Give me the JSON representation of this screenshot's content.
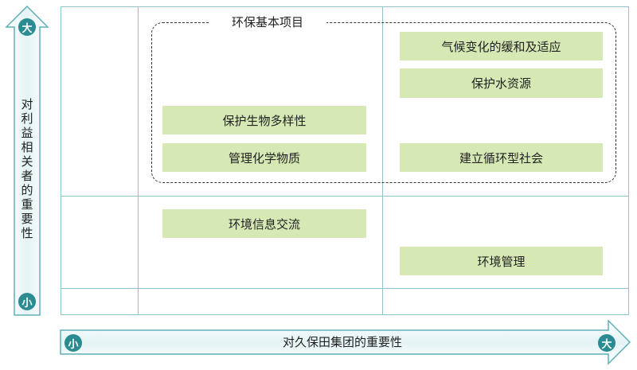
{
  "group_label": "环保基本项目",
  "y_axis": {
    "label": "对利益相关者的重要性",
    "high": "大",
    "low": "小"
  },
  "x_axis": {
    "label": "对久保田集团的重要性",
    "low": "小",
    "high": "大"
  },
  "items": {
    "climate": "气候变化的缓和及适应",
    "water": "保护水资源",
    "biodiversity": "保护生物多样性",
    "chemicals": "管理化学物质",
    "recycling": "建立循环型社会",
    "info_exchange": "环境信息交流",
    "env_management": "环境管理"
  },
  "colors": {
    "arrow_fill": "#eef8f8",
    "arrow_stroke": "#5fb0b6",
    "circle": "#2a8b91",
    "box": "#d6e8b4",
    "grid": "#8fc4c9"
  }
}
